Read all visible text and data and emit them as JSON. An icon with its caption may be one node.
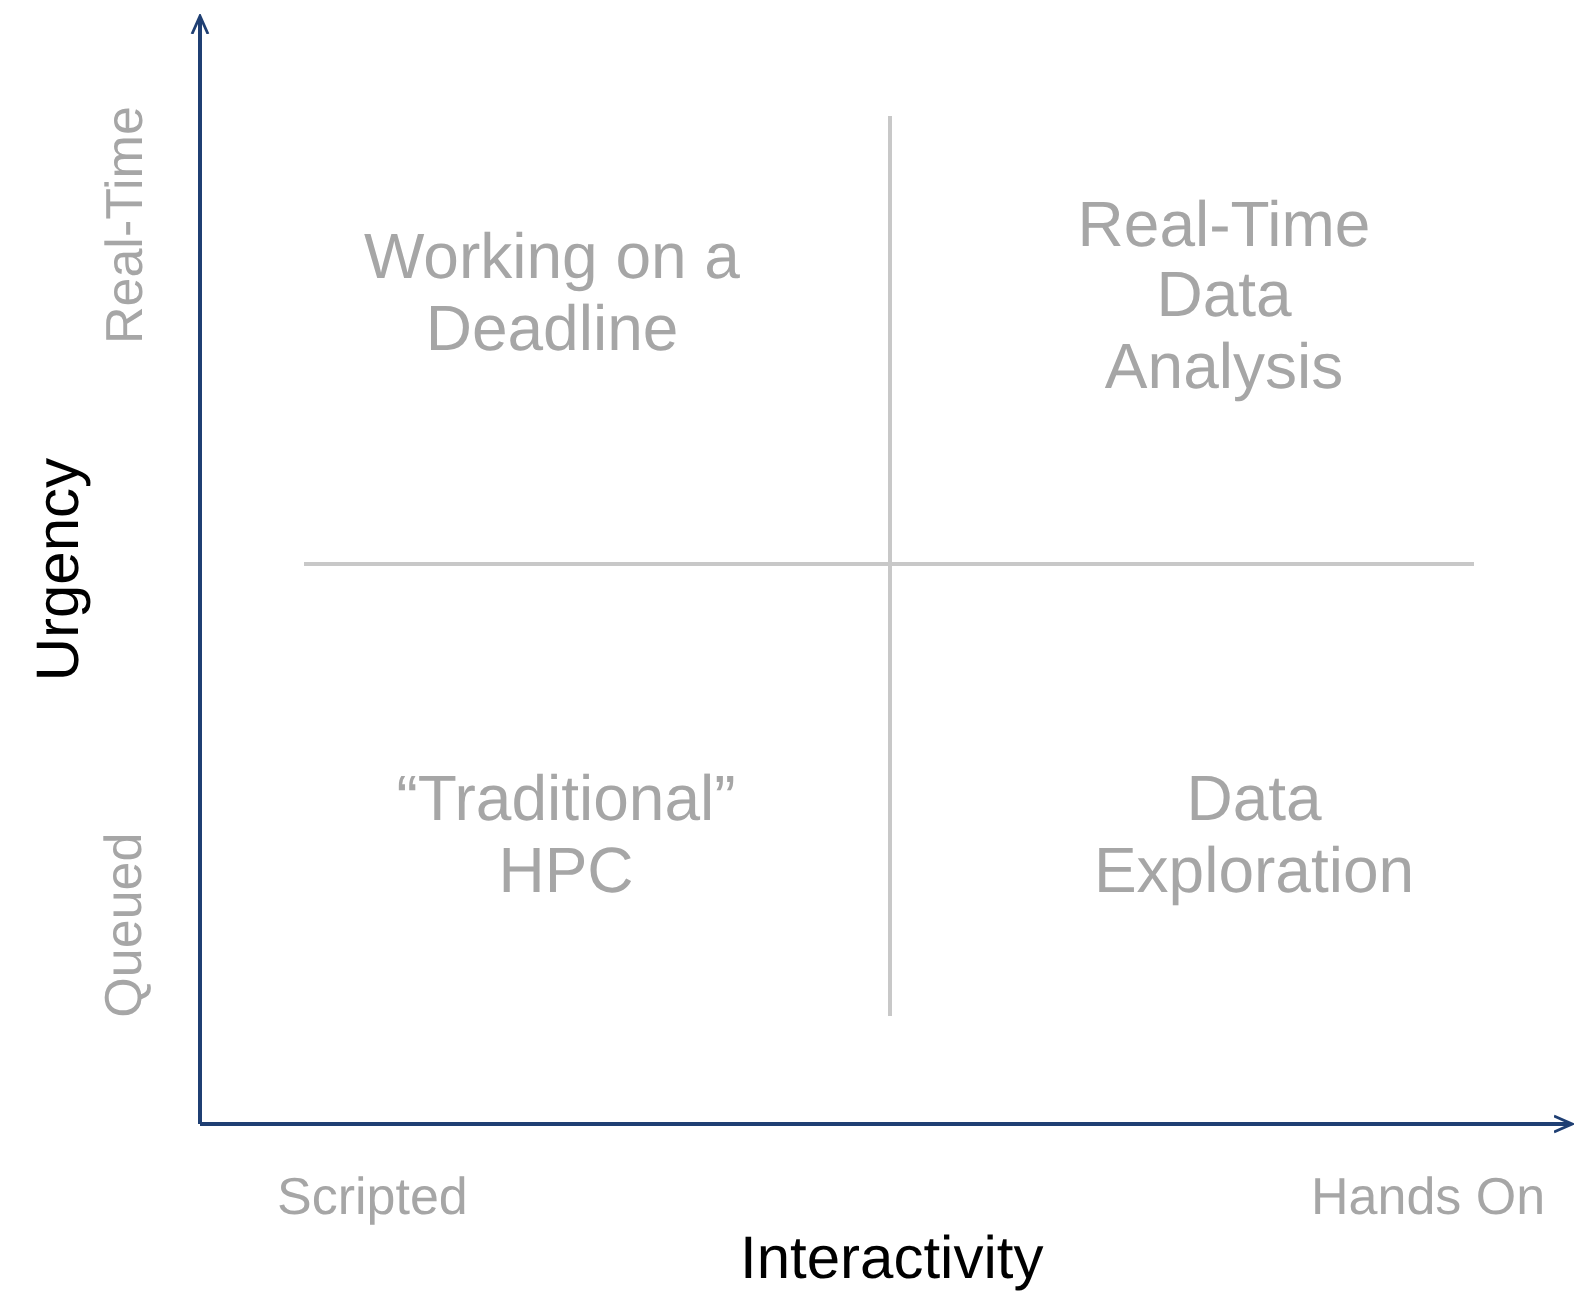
{
  "diagram": {
    "labels": [
      "Real-Time",
      "Queued",
      "Urgency",
      "Working on a Deadline",
      "Real-Time Data Analysis",
      "“Traditional” HPC",
      "Data Exploration",
      "Scripted",
      "Hands On",
      "Interactivity"
    ]
  }
}
